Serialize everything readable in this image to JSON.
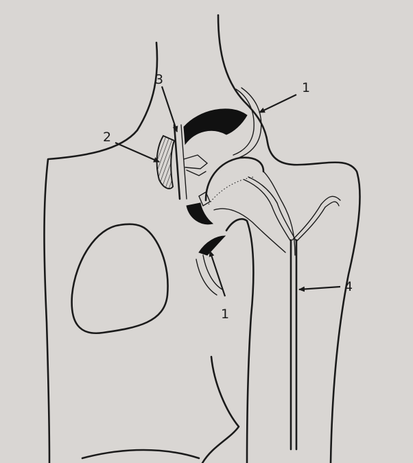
{
  "labels": {
    "l1_top": "1",
    "l1_bottom": "1",
    "l2": "2",
    "l3": "3",
    "l4": "4"
  },
  "colors": {
    "paper": "#d9d6d3",
    "ink": "#1b1b1b"
  }
}
